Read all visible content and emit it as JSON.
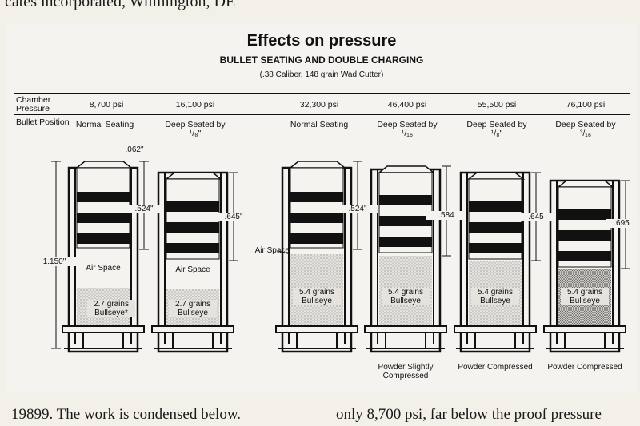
{
  "page": {
    "top_text": "cates incorporated, Wilmington, DE",
    "bottom_left": "19899. The work is condensed below.",
    "bottom_right": "only 8,700 psi, far below the proof pressure"
  },
  "figure": {
    "title": "Effects on pressure",
    "subtitle": "BULLET SEATING AND DOUBLE CHARGING",
    "caption": "(.38 Caliber, 148 grain Wad Cutter)",
    "row_labels": {
      "pressure": "Chamber Pressure",
      "position": "Bullet Position"
    },
    "columns": [
      {
        "pressure": "8,700 psi",
        "position": "Normal Seating",
        "charge": "2.7 grains Bullseye*",
        "air": "Air Space",
        "depth": ".524\"",
        "note": ""
      },
      {
        "pressure": "16,100 psi",
        "position": "Deep Seated by ¹/₈\"",
        "charge": "2.7 grains Bullseye",
        "air": "Air Space",
        "depth": ".645\"",
        "note": ""
      },
      {
        "pressure": "32,300 psi",
        "position": "Normal Seating",
        "charge": "5.4 grains Bullseye",
        "air": "Air Space",
        "depth": ".524\"",
        "note": ""
      },
      {
        "pressure": "46,400 psi",
        "position": "Deep Seated by ¹/₁₆",
        "charge": "5.4 grains Bullseye",
        "air": "",
        "depth": ".584",
        "note": "Powder Slightly Compressed"
      },
      {
        "pressure": "55,500 psi",
        "position": "Deep Seated by ¹/₈\"",
        "charge": "5.4 grains Bullseye",
        "air": "",
        "depth": ".645",
        "note": "Powder Compressed"
      },
      {
        "pressure": "76,100 psi",
        "position": "Deep Seated by ³/₁₆",
        "charge": "5.4 grains Bullseye",
        "air": "",
        "depth": ".695",
        "note": "Powder Compressed"
      }
    ],
    "dims": {
      "overall": "1.150\"",
      "protrusion": ".062\""
    }
  }
}
